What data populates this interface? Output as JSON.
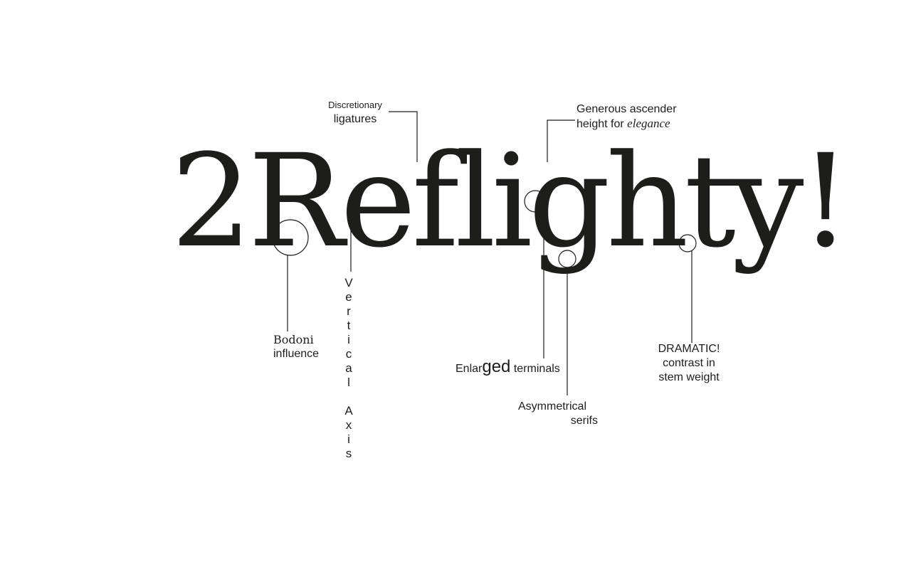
{
  "specimen": {
    "word": "2Reflighty!"
  },
  "annotations": {
    "ligatures": {
      "line1": "Discretionary",
      "line2": "ligatures"
    },
    "ascender": {
      "line1": "Generous ascender",
      "line2_prefix": "height for",
      "line2_italic": "elegance"
    },
    "bodoni": {
      "line1": "Bodoni",
      "line2": "influence"
    },
    "axis": {
      "letters": [
        "V",
        "e",
        "r",
        "t",
        "i",
        "c",
        "a",
        "l",
        "",
        "A",
        "x",
        "i",
        "s"
      ]
    },
    "terminals": {
      "prefix": "Enlar",
      "emphasis": "ged",
      "suffix": "terminals"
    },
    "serifs": {
      "line1": "Asymmetrical",
      "line2": "serifs"
    },
    "contrast": {
      "line1": "DRAMATIC!",
      "line2": "contrast in",
      "line3": "stem weight"
    }
  }
}
